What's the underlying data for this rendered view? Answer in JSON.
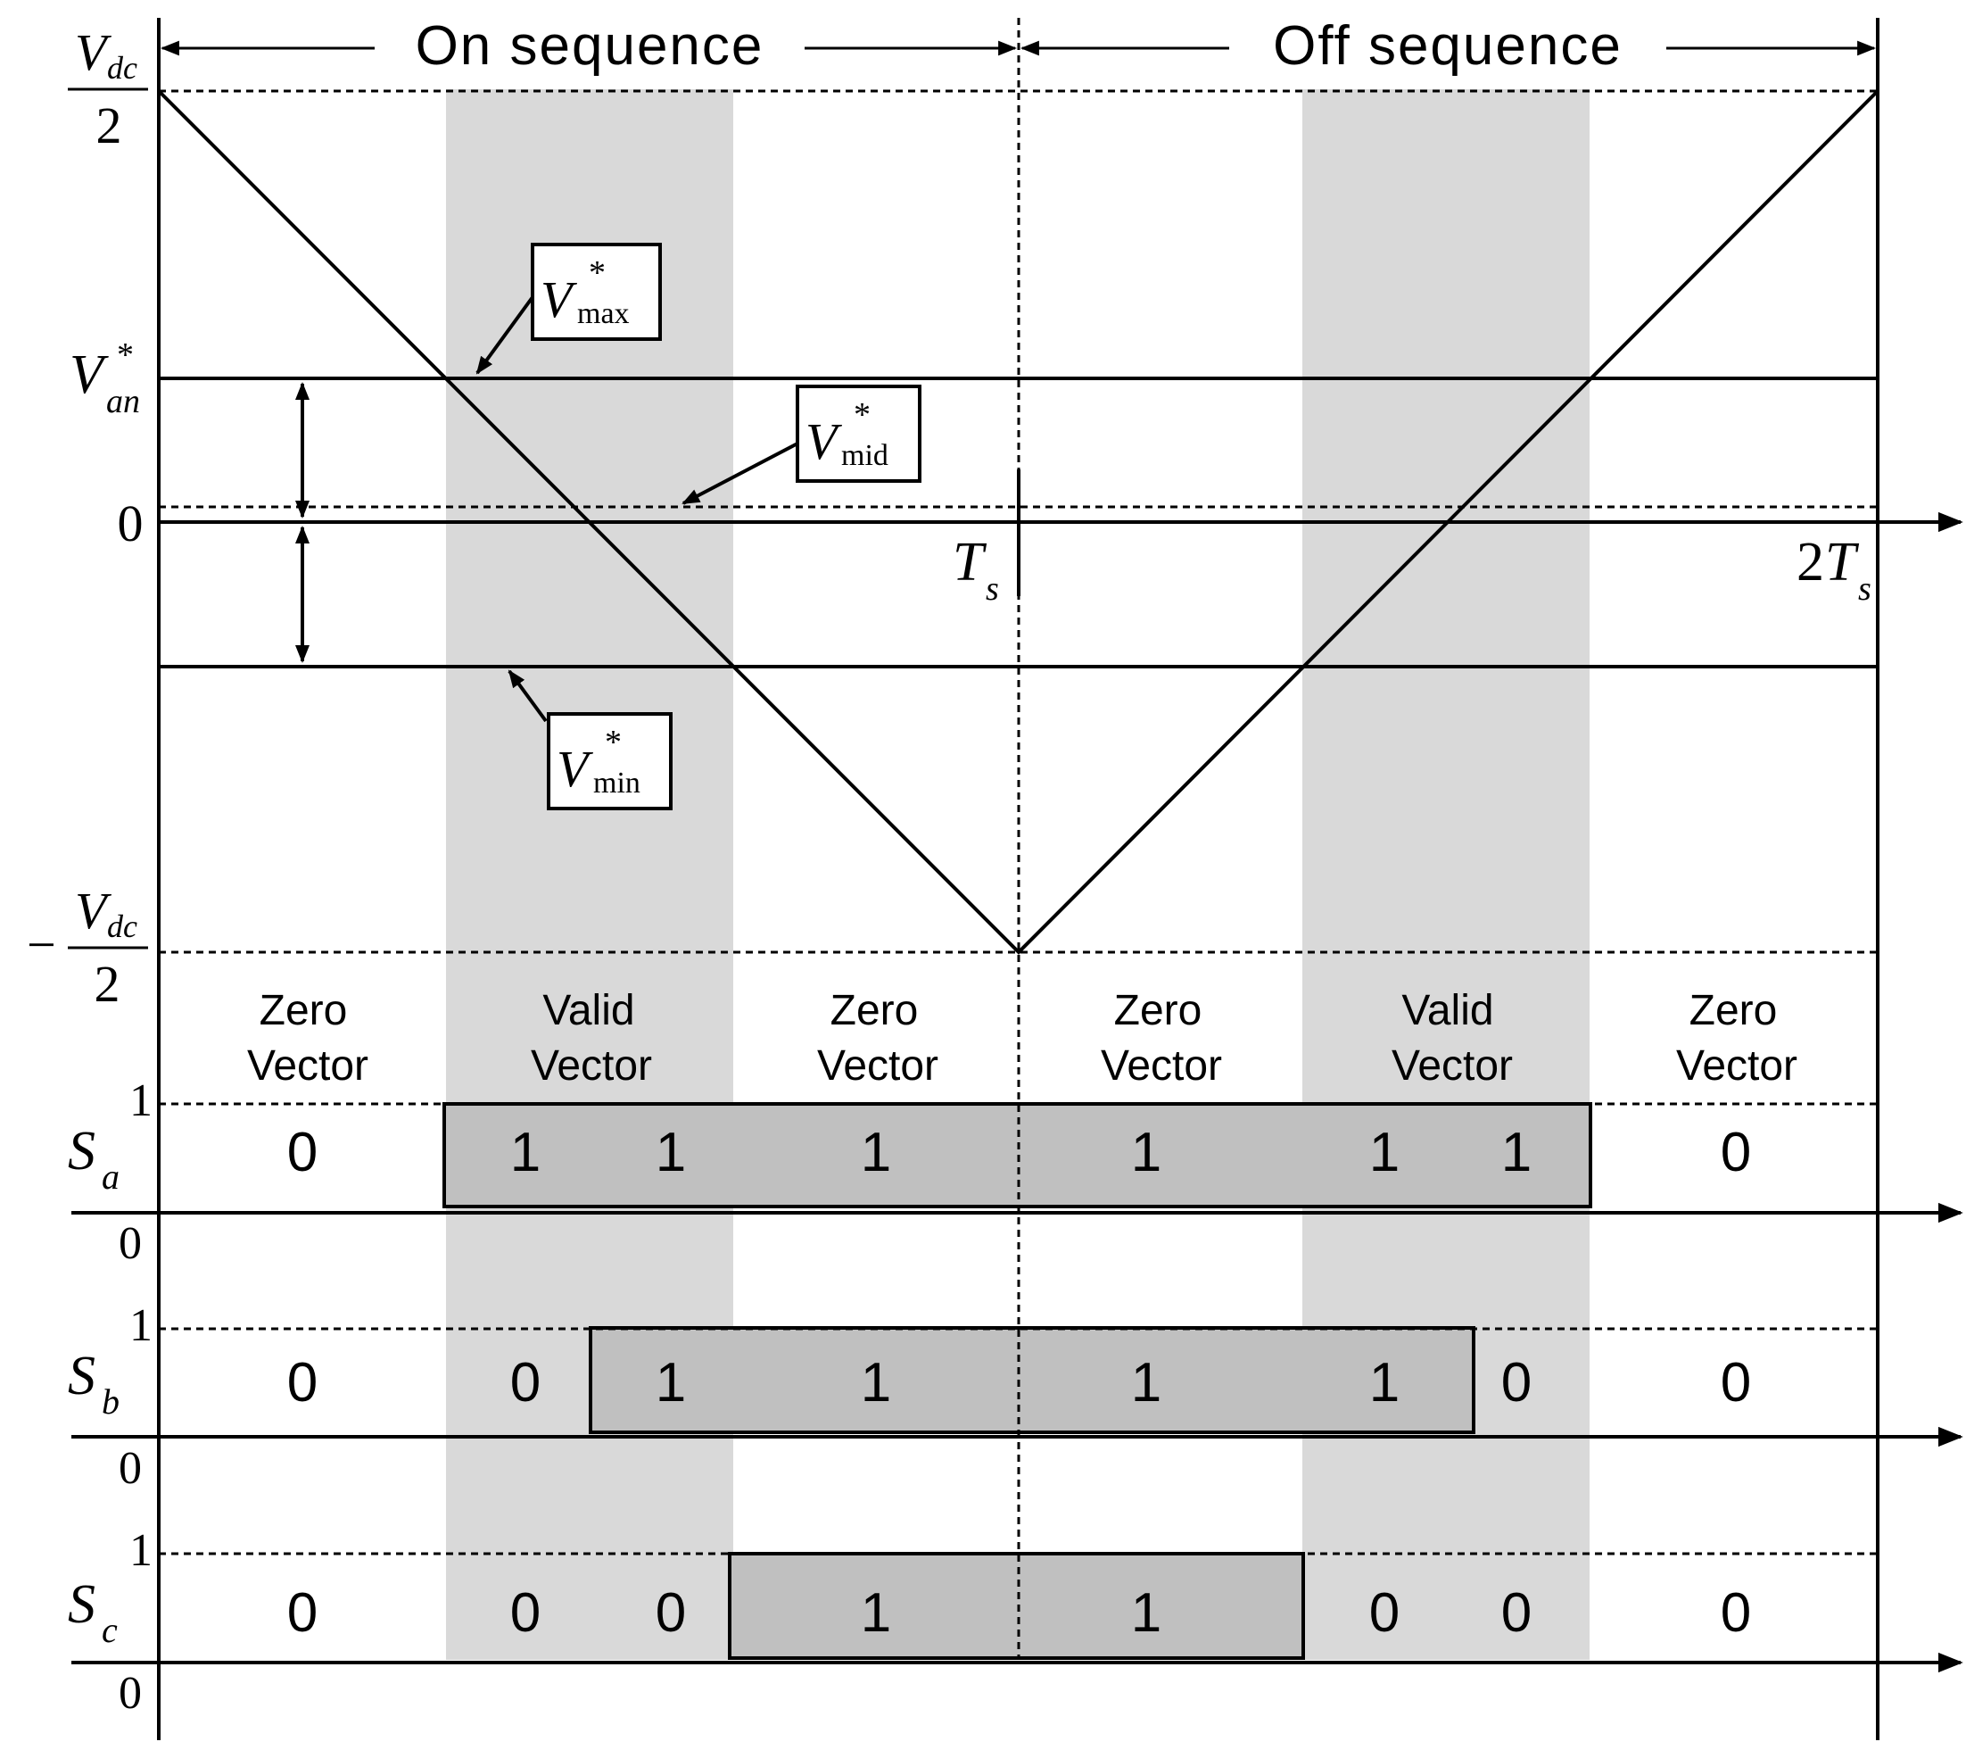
{
  "header": {
    "on_sequence": "On sequence",
    "off_sequence": "Off sequence"
  },
  "y_labels": {
    "vdc": "V",
    "vdc_sub": "dc",
    "vdc_den": "2",
    "neg_sign": "−",
    "van": "V",
    "van_sup": "*",
    "van_sub": "an",
    "zero": "0"
  },
  "x_labels": {
    "ts": "T",
    "ts_sub": "s",
    "two_ts_coef": "2",
    "two_ts": "T",
    "two_ts_sub": "s"
  },
  "callouts": {
    "vmax": {
      "main": "V",
      "sup": "*",
      "sub": "max"
    },
    "vmid": {
      "main": "V",
      "sup": "*",
      "sub": "mid"
    },
    "vmin": {
      "main": "V",
      "sup": "*",
      "sub": "min"
    }
  },
  "sections": [
    {
      "line1": "Zero",
      "line2": "Vector"
    },
    {
      "line1": "Valid",
      "line2": "Vector"
    },
    {
      "line1": "Zero",
      "line2": "Vector"
    },
    {
      "line1": "Zero",
      "line2": "Vector"
    },
    {
      "line1": "Valid",
      "line2": "Vector"
    },
    {
      "line1": "Zero",
      "line2": "Vector"
    }
  ],
  "switch_rows": [
    {
      "name": "S",
      "sub": "a",
      "high": "1",
      "low": "0",
      "values": [
        "0",
        "1",
        "1",
        "1",
        "1",
        "1",
        "1",
        "0"
      ]
    },
    {
      "name": "S",
      "sub": "b",
      "high": "1",
      "low": "0",
      "values": [
        "0",
        "0",
        "1",
        "1",
        "1",
        "1",
        "0",
        "0"
      ]
    },
    {
      "name": "S",
      "sub": "c",
      "high": "1",
      "low": "0",
      "values": [
        "0",
        "0",
        "0",
        "1",
        "1",
        "0",
        "0",
        "0"
      ]
    }
  ],
  "colors": {
    "shade": "#d9d9d9",
    "pulse": "#c0c0c0",
    "ink": "#000000"
  }
}
